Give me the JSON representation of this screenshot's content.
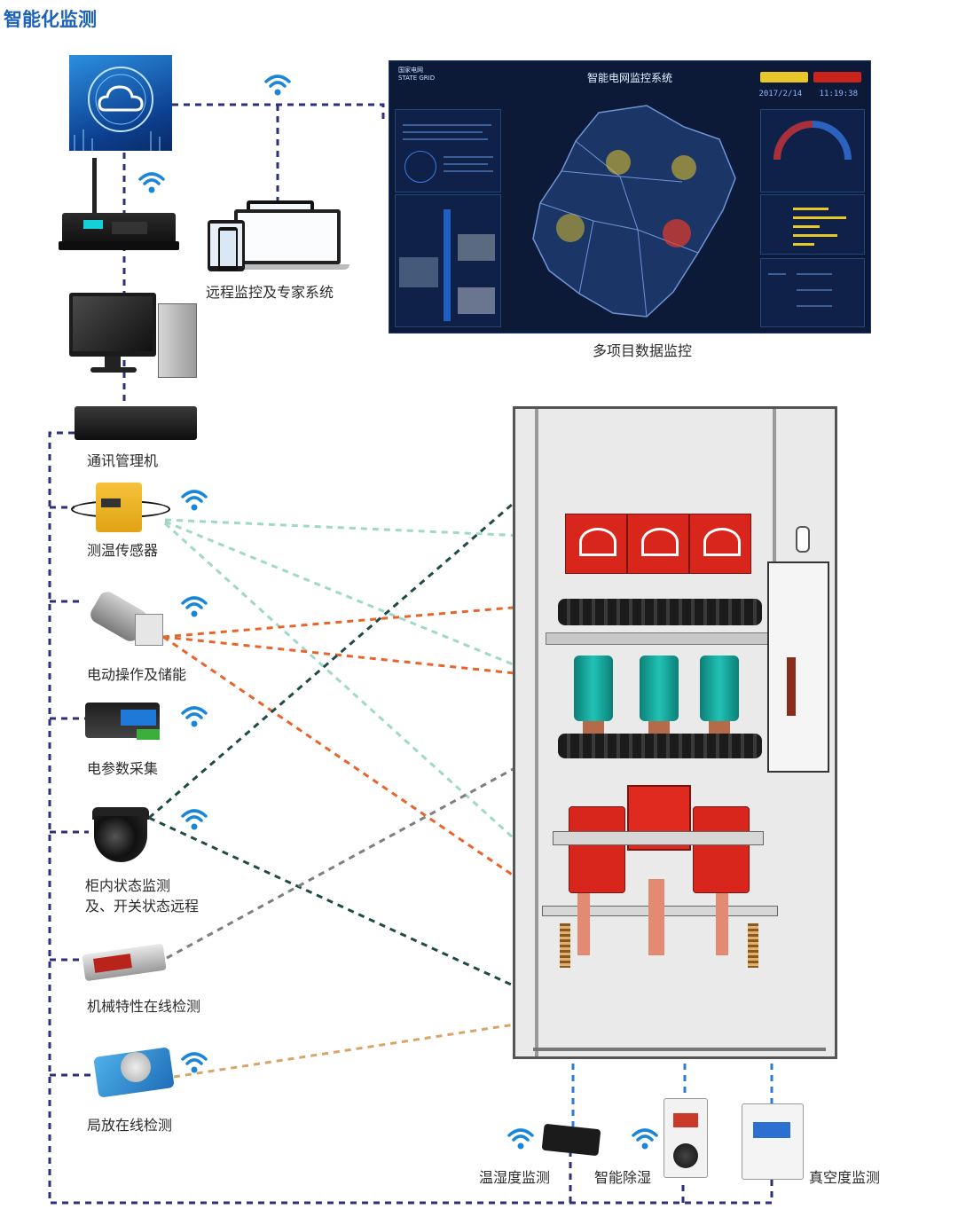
{
  "page_title": "智能化监测",
  "labels": {
    "remote": "远程监控及专家系统",
    "multi_project": "多项目数据监控",
    "comm_manager": "通讯管理机",
    "temp_sensor": "测温传感器",
    "motor_op": "电动操作及储能",
    "elec_param": "电参数采集",
    "cabinet_status_1": "柜内状态监测",
    "cabinet_status_2": "及、开关状态远程",
    "mech_char": "机械特性在线检测",
    "pd": "局放在线检测",
    "temp_humid": "温湿度监测",
    "dehumid": "智能除湿",
    "vacuum": "真空度监测"
  },
  "screen": {
    "title": "智能电网监控系统",
    "date": "2017/2/14",
    "time": "11:19:38",
    "logo_cn": "国家电网",
    "logo_en": "STATE GRID"
  },
  "colors": {
    "bus_line": "#2e2f7a",
    "temp_link": "#9fd8c8",
    "motor_link": "#e8642a",
    "camera_link": "#1f4a46",
    "mech_link": "#7f7f7f",
    "pd_link": "#d9a46a",
    "bottom_link": "#2f7bd0"
  }
}
